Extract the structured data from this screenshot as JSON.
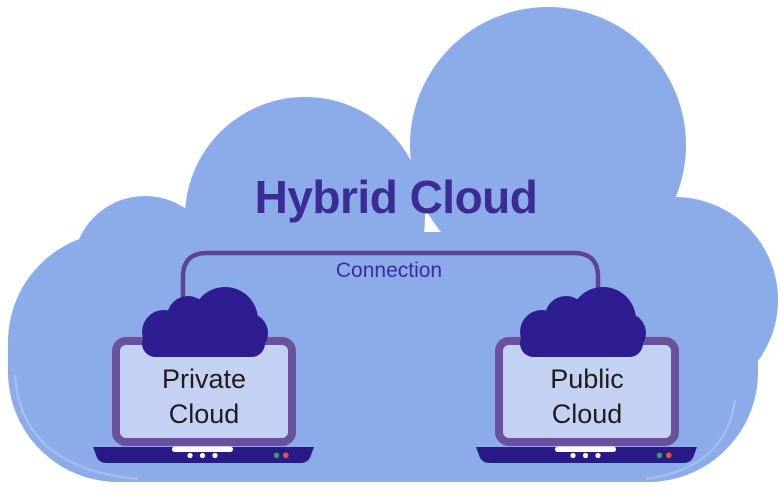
{
  "title": "Hybrid Cloud",
  "connection": {
    "label": "Connection"
  },
  "nodes": {
    "private": {
      "label": "Private\nCloud"
    },
    "public": {
      "label": "Public\nCloud"
    }
  },
  "colors": {
    "background": "#ffffff",
    "big_cloud": "#8cabe9",
    "dark_cloud": "#2e1c91",
    "laptop_base": "#2a1a88",
    "laptop_frame": "#6a519e",
    "screen_fill": "#c4d1f3",
    "connection_line": "#5c4394",
    "title_text": "#3a2c94",
    "connection_text": "#3c2ba6",
    "node_label_text": "#1d1d1f",
    "highlight_arc": "#a6bef0",
    "indicator_white": "#ffffff",
    "indicator_green": "#3a9a6a",
    "indicator_red": "#e4533a"
  }
}
